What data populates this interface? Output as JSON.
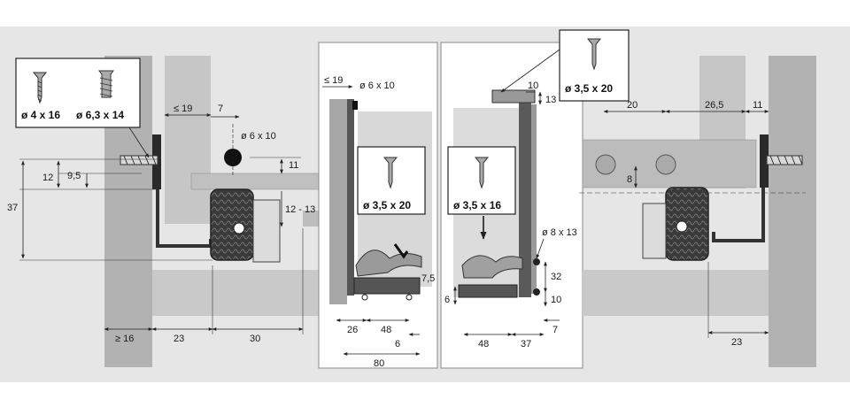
{
  "colors": {
    "background_band": "#e4e4e4",
    "wall": "#b0b0b0",
    "cabinet_light": "#cdcdcd",
    "drawer_side": "#8a8a8a",
    "rail_dark": "#4a4a4a",
    "line": "#222222"
  },
  "screws": {
    "left_box": {
      "a": "ø 4 x 16",
      "b": "ø 6,3 x 14"
    },
    "top_right_box": "ø 3,5 x 20",
    "middle_left_box": "ø 3,5 x 20",
    "middle_right_box": "ø 3,5 x 16"
  },
  "dims_left": {
    "d12": "12",
    "d9_5": "9,5",
    "d37": "37",
    "d19": "≤ 19",
    "d7": "7",
    "hole": "ø 6 x 10",
    "d11": "11",
    "d12_13": "12 - 13",
    "d16": "≥ 16",
    "d23": "23",
    "d30": "30"
  },
  "dims_mid_left": {
    "d19": "≤ 19",
    "hole": "ø 6 x 10",
    "d7_5": "7,5",
    "d26": "26",
    "d48": "48",
    "d6": "6",
    "d80": "80"
  },
  "dims_mid_right": {
    "d10": "10",
    "d13": "13",
    "hole": "ø 8 x 13",
    "d32": "32",
    "d10b": "10",
    "d6": "6",
    "d48": "48",
    "d37": "37",
    "d7": "7"
  },
  "dims_right": {
    "d20": "20",
    "d26_5": "26,5",
    "d11": "11",
    "d8": "8",
    "d23": "23"
  }
}
